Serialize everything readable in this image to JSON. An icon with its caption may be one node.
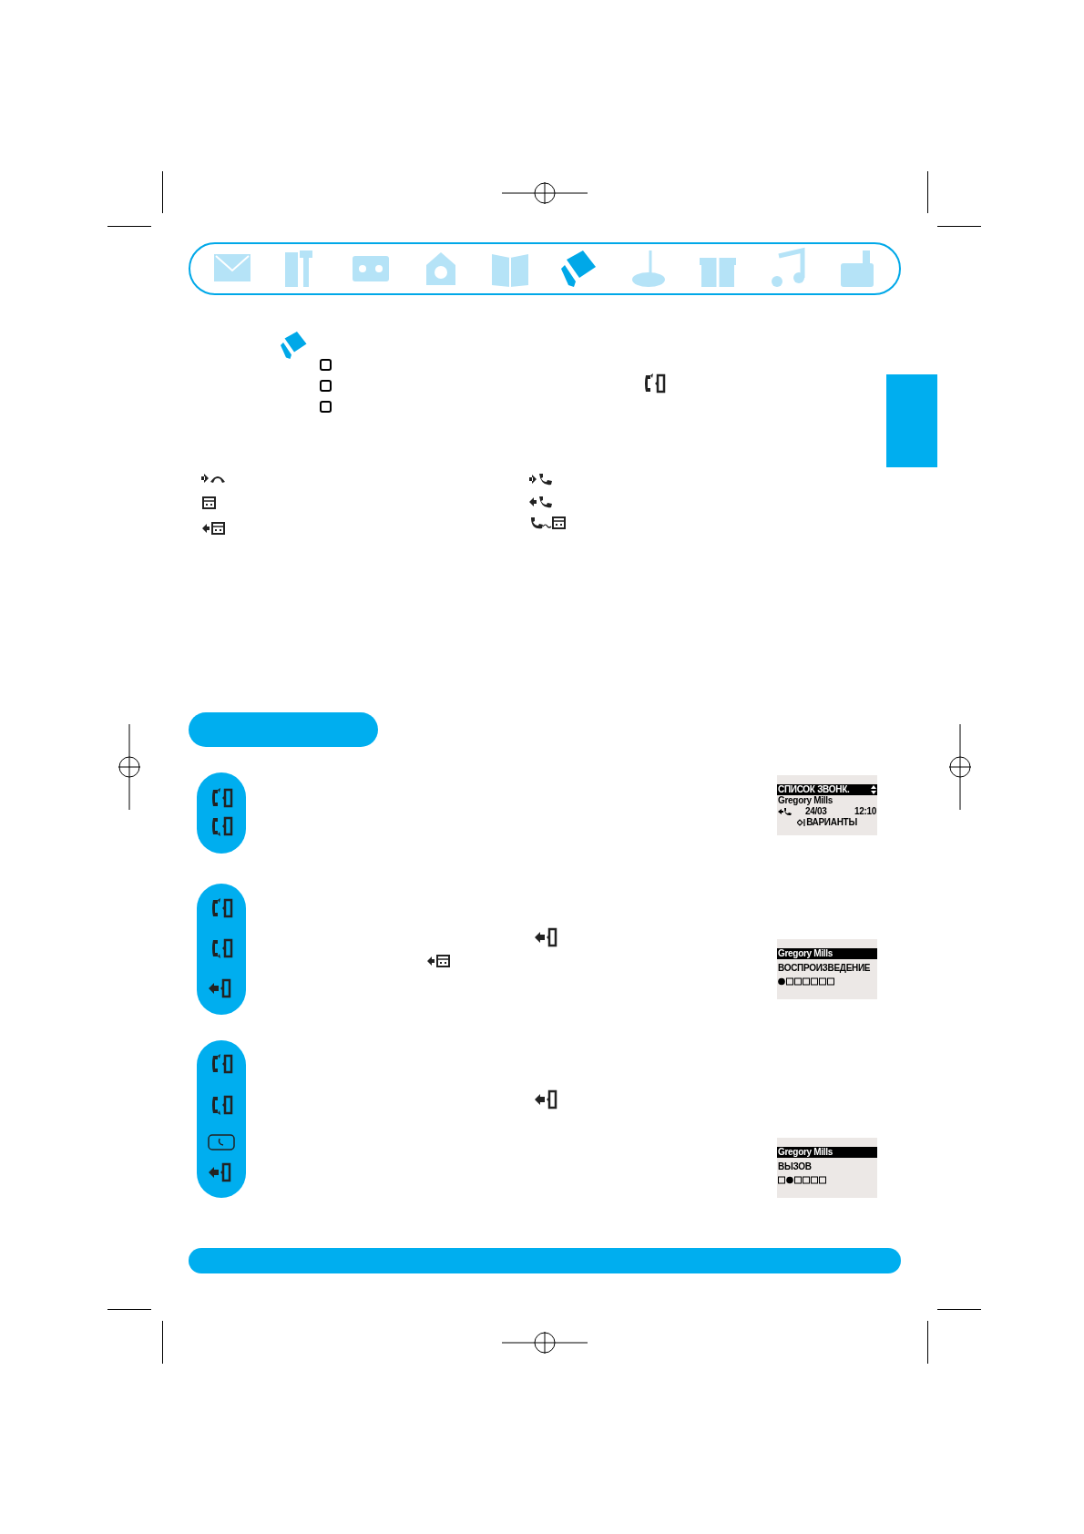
{
  "diagram": {
    "nodes": [
      {
        "text": [
          "СПИСОК ЗВОНК.",
          "Gregory Mills",
          "24/03",
          "12:10",
          "ВАРИАНТЫ"
        ]
      },
      {
        "text": [
          "Gregory Mills",
          "ВОСПРОИЗВЕДЕНИЕ"
        ]
      },
      {
        "text": [
          "Gregory Mills",
          "ВЫЗОВ"
        ]
      },
      {
        "text": [],
        "shape": "box"
      },
      {
        "text": [],
        "shape": "bar"
      }
    ]
  }
}
